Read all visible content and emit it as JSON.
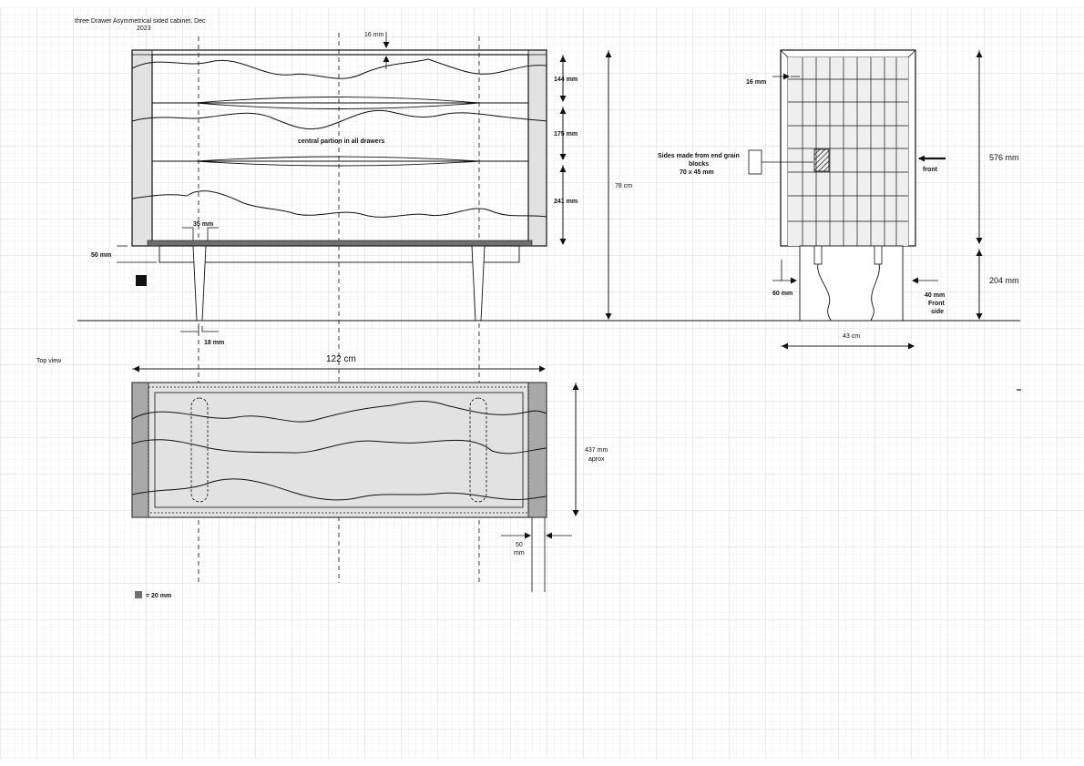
{
  "title_line1": "three Drawer Asymmetrical sided cabinet. Dec",
  "title_line2": "2023",
  "front": {
    "top_thickness": "16 mm",
    "drawer1": "144 mm",
    "drawer2": "175 mm",
    "drawer3": "241 mm",
    "partition_note": "central partion in all drawers",
    "total_height": "78 cm",
    "base_height": "50 mm",
    "leg_top": "35 mm",
    "leg_bottom": "18 mm"
  },
  "side": {
    "side_thickness": "16 mm",
    "block_note_1": "Sides made from end grain",
    "block_note_2": "blocks",
    "block_note_3": "70 x 45 mm",
    "front_label": "front",
    "body_height": "576 mm",
    "leg_height": "204 mm",
    "leg_inset": "60 mm",
    "front_inset_1": "40 mm",
    "front_inset_2": "Front",
    "front_inset_3": "side",
    "depth": "43 cm"
  },
  "top_view": {
    "label": "Top view",
    "width": "122 cm",
    "depth_1": "437 mm",
    "depth_2": "aprox",
    "edge_1": "50",
    "edge_2": "mm"
  },
  "legend": {
    "text": "= 20 mm",
    "swatch_color": "#6e6e6e"
  },
  "colors": {
    "grid_minor": "#e3e3e3",
    "grid_major": "#c4c4c4",
    "line": "#111111",
    "panel": "#e2e2e2",
    "panel_dark": "#a9a9a9"
  }
}
